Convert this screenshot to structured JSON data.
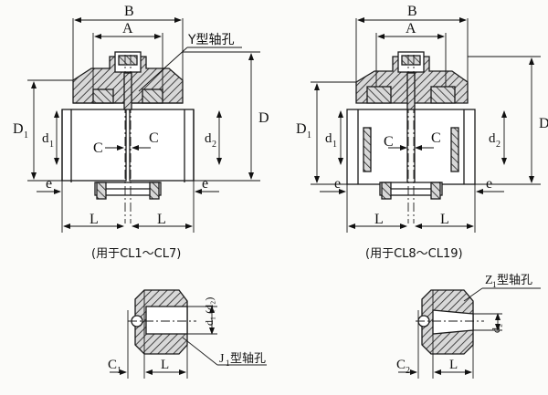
{
  "labels": {
    "B": "B",
    "A": "A",
    "D": "D",
    "D1": "D",
    "D1_sub": "1",
    "d1": "d",
    "d1_sub": "1",
    "d2": "d",
    "d2_sub": "2",
    "C": "C",
    "e": "e",
    "L": "L",
    "y_hole": "Y型轴孔",
    "j1_hole_main": "J",
    "j1_hole_sub": "1",
    "j1_hole_suffix": "型轴孔",
    "z1_hole_main": "Z",
    "z1_hole_sub": "1",
    "z1_hole_suffix": "型轴孔",
    "d1d2_text": "d₁ (d₂)",
    "d2_text": "d₂",
    "C1_main": "C",
    "C1_sub": "1",
    "C2_main": "C",
    "C2_sub": "2"
  },
  "captions": {
    "left": "(用于CL1～CL7)",
    "right": "(用于CL8～CL19)"
  },
  "colors": {
    "line": "#1a1a1a",
    "hatch": "#2a2a2a",
    "fill": "#ffffff"
  }
}
